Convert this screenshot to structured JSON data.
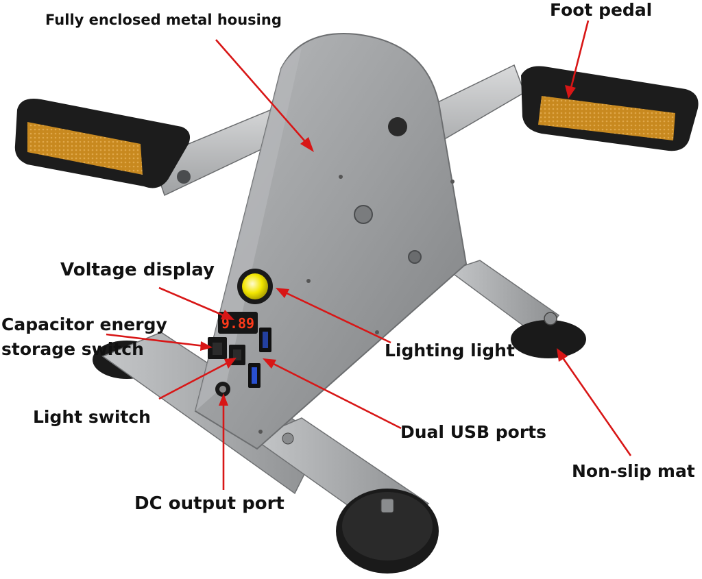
{
  "labels": {
    "housing": "Fully enclosed metal housing",
    "foot_pedal": "Foot pedal",
    "voltage_display": "Voltage display",
    "capacitor_line1": "Capacitor energy",
    "capacitor_line2": "storage switch",
    "lighting_light": "Lighting light",
    "light_switch": "Light switch",
    "dual_usb": "Dual USB ports",
    "non_slip": "Non-slip mat",
    "dc_output": "DC output port"
  },
  "display_reading": "9.89",
  "colors": {
    "arrow": "#d81616",
    "housing_metal": "#9a9c9e",
    "pedal_body": "#1c1c1c",
    "reflector": "#c8891f",
    "led_digits": "#ff3a1a",
    "lamp": "#f2e600"
  }
}
